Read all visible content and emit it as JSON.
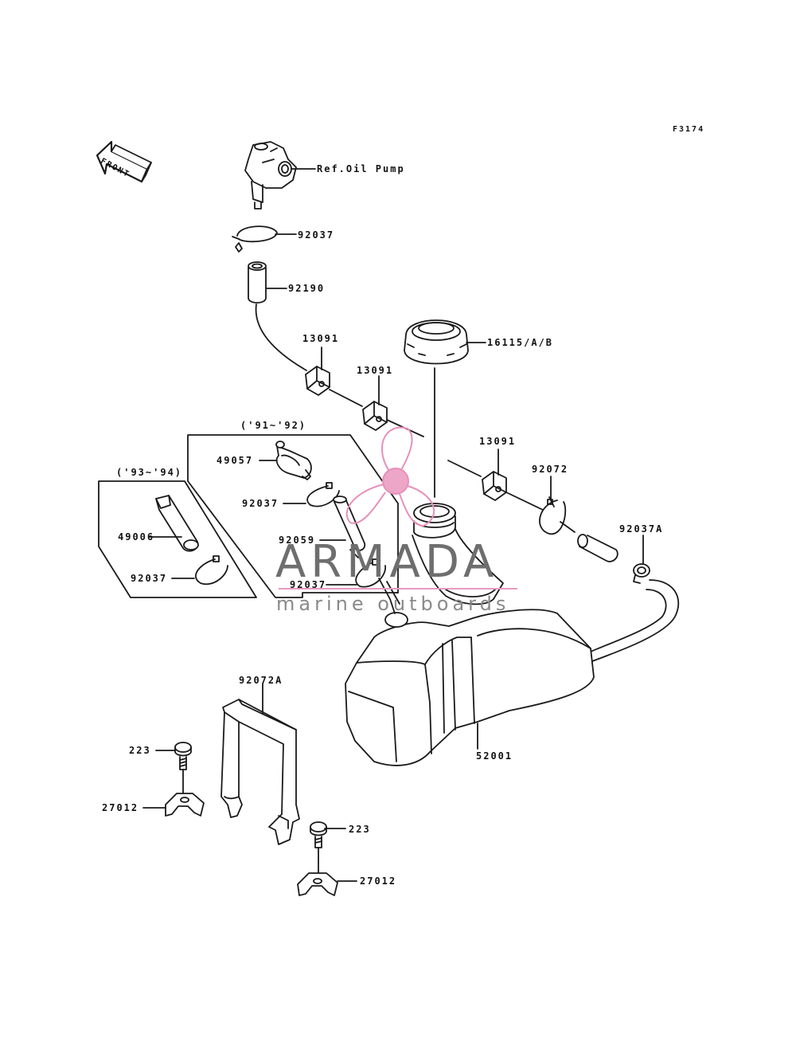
{
  "figure_code": "F3174",
  "front_label": "FRONT",
  "callouts": {
    "ref_oil_pump": "Ref.Oil Pump",
    "clamp_top": "92037",
    "hose_top": "92190",
    "clip_1": "13091",
    "clip_2": "13091",
    "clip_3": "13091",
    "cap": "16115/A/B",
    "clamp_right": "92072",
    "clamp_right_2": "92037A",
    "filter_9192": "49057",
    "clamp_9192_a": "92037",
    "hose_9192": "92059",
    "clamp_9192_b": "92037",
    "filter_9394": "49006",
    "clamp_9394": "92037",
    "tank": "52001",
    "band": "92072A",
    "bolt_left": "223",
    "plate_left": "27012",
    "bolt_right": "223",
    "plate_right": "27012"
  },
  "groups": {
    "g9192": "('91~'92)",
    "g9394": "('93~'94)"
  },
  "watermark": {
    "title": "ARMADA",
    "subtitle": "marine outboards",
    "accent_color": "#e98fba",
    "text_color": "#6e6e6e"
  }
}
